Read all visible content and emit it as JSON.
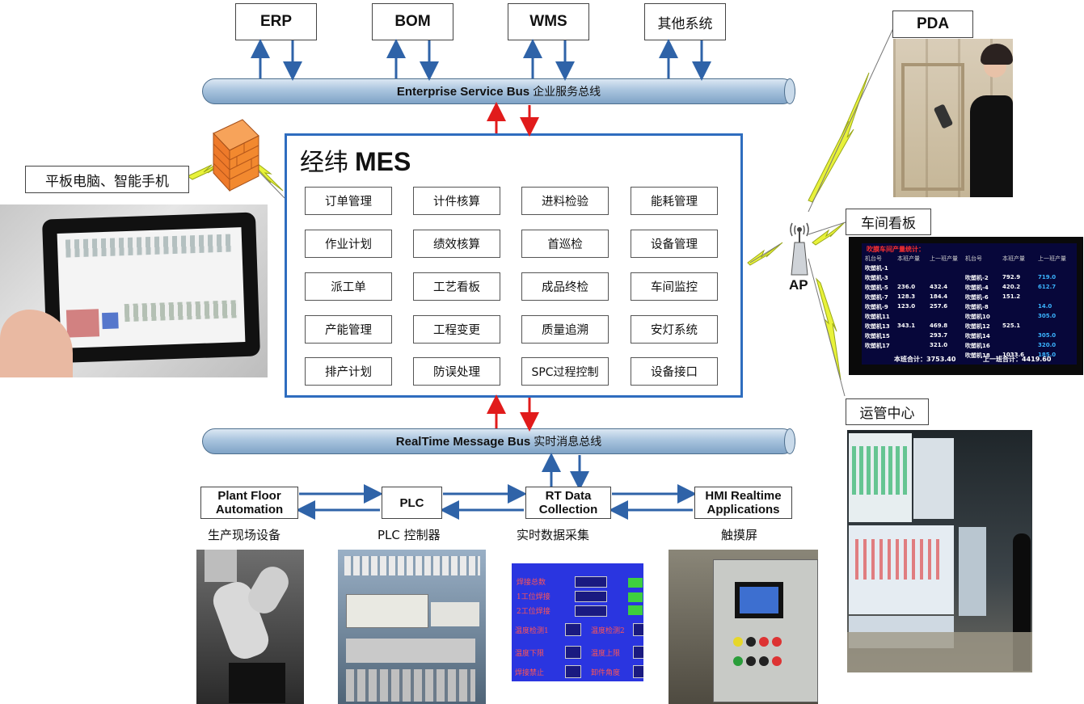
{
  "top_systems": [
    "ERP",
    "BOM",
    "WMS",
    "其他系统"
  ],
  "esb": {
    "en": "Enterprise Service Bus",
    "cn": "企业服务总线"
  },
  "rtmb": {
    "en": "RealTime Message Bus",
    "cn": "实时消息总线"
  },
  "mes": {
    "title_cn": "经纬",
    "title_en": "MES"
  },
  "modules": [
    [
      "订单管理",
      "计件核算",
      "进料检验",
      "能耗管理"
    ],
    [
      "作业计划",
      "绩效核算",
      "首巡检",
      "设备管理"
    ],
    [
      "派工单",
      "工艺看板",
      "成品终检",
      "车间监控"
    ],
    [
      "产能管理",
      "工程变更",
      "质量追溯",
      "安灯系统"
    ],
    [
      "排产计划",
      "防误处理",
      "SPC过程控制",
      "设备接口"
    ]
  ],
  "flow": {
    "plant": [
      "Plant Floor",
      "Automation"
    ],
    "plc": "PLC",
    "rt": [
      "RT Data",
      "Collection"
    ],
    "hmi": [
      "HMI Realtime",
      "Applications"
    ]
  },
  "captions": {
    "plant": "生产现场设备",
    "plc": "PLC 控制器",
    "rt": "实时数据采集",
    "hmi": "触摸屏"
  },
  "devices": {
    "tablet_label": "平板电脑、智能手机",
    "pda_label": "PDA",
    "board_label": "车间看板",
    "ops_label": "运管中心",
    "ap_label": "AP"
  },
  "board": {
    "title": "吹膜车间产量统计：",
    "headers": [
      "机台号",
      "本班产量",
      "上一班产量",
      "机台号",
      "本班产量",
      "上一班产量"
    ],
    "rows": [
      [
        "吹塑机-1",
        "",
        "",
        "",
        "",
        ""
      ],
      [
        "吹塑机-3",
        "",
        "",
        "吹塑机-2",
        "792.9",
        "719.0"
      ],
      [
        "吹塑机-5",
        "236.0",
        "432.4",
        "吹塑机-4",
        "420.2",
        "612.7"
      ],
      [
        "吹塑机-7",
        "128.3",
        "184.4",
        "吹塑机-6",
        "151.2",
        ""
      ],
      [
        "吹塑机-9",
        "123.0",
        "257.6",
        "吹塑机-8",
        "",
        "14.0"
      ],
      [
        "吹塑机11",
        "",
        "",
        "吹塑机10",
        "",
        "305.0"
      ],
      [
        "吹塑机13",
        "343.1",
        "469.8",
        "吹塑机12",
        "525.1",
        ""
      ],
      [
        "吹塑机15",
        "",
        "293.7",
        "吹塑机14",
        "",
        "305.0"
      ],
      [
        "吹塑机17",
        "",
        "321.0",
        "吹塑机16",
        "",
        "320.0"
      ],
      [
        "",
        "",
        "",
        "吹塑机18",
        "1033.6",
        "185.0"
      ]
    ],
    "footer_left": "本班合计：3753.40",
    "footer_right": "上一班合计：4419.60"
  },
  "touch": {
    "labels": [
      "焊接总数",
      "1工位焊接",
      "2工位焊接",
      "温度检测1",
      "温度检测2",
      "温度下限",
      "温度上限",
      "焊接禁止",
      "卸件角度"
    ]
  },
  "colors": {
    "bus_blue": "#2f6dbf",
    "arrow_red": "#e11b1b",
    "arrow_blue": "#2f63a8",
    "lightning": "#e8f23a"
  }
}
